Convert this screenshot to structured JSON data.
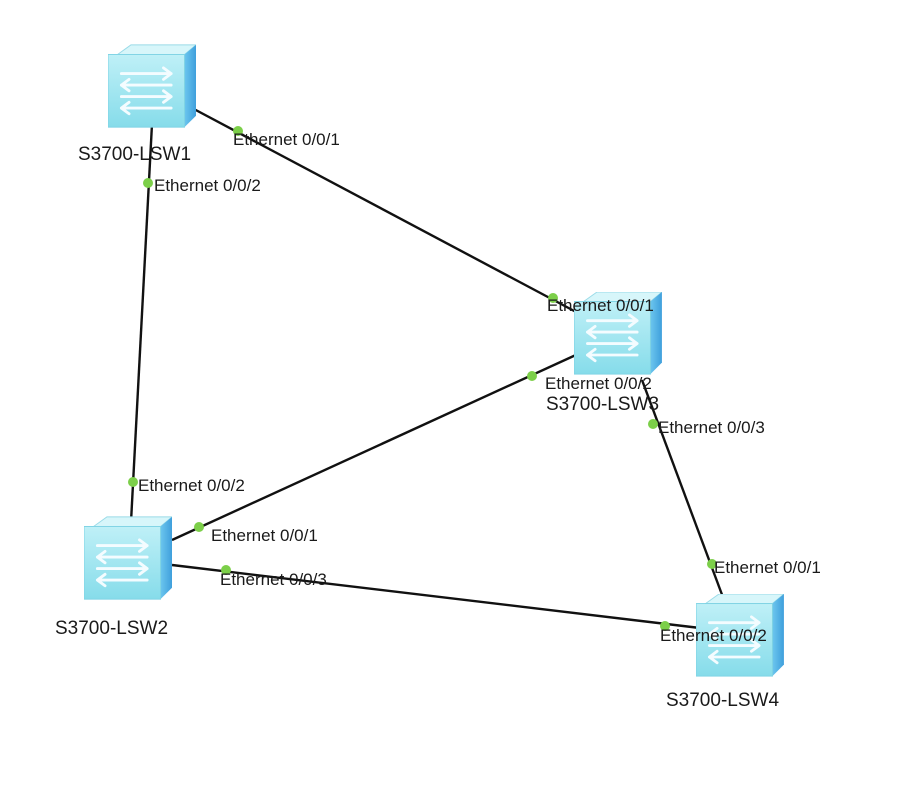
{
  "colors": {
    "link": "#111111",
    "port_dot": "#7ccf49",
    "switch_top": "#c9f2f8",
    "switch_front": "#8fe1ee",
    "switch_side": "#55b8e8",
    "switch_arrows": "#f4fcff"
  },
  "devices": [
    {
      "id": "lsw1",
      "name": "S3700-LSW1",
      "icon": "switch-icon"
    },
    {
      "id": "lsw2",
      "name": "S3700-LSW2",
      "icon": "switch-icon"
    },
    {
      "id": "lsw3",
      "name": "S3700-LSW3",
      "icon": "switch-icon"
    },
    {
      "id": "lsw4",
      "name": "S3700-LSW4",
      "icon": "switch-icon"
    }
  ],
  "links": [
    {
      "id": "lsw1-lsw3",
      "a": "lsw1",
      "a_port": "Ethernet 0/0/1",
      "b": "lsw3",
      "b_port": "Ethernet 0/0/1"
    },
    {
      "id": "lsw1-lsw2",
      "a": "lsw1",
      "a_port": "Ethernet 0/0/2",
      "b": "lsw2",
      "b_port": "Ethernet 0/0/2"
    },
    {
      "id": "lsw2-lsw3",
      "a": "lsw2",
      "a_port": "Ethernet 0/0/1",
      "b": "lsw3",
      "b_port": "Ethernet 0/0/2"
    },
    {
      "id": "lsw2-lsw4",
      "a": "lsw2",
      "a_port": "Ethernet 0/0/3",
      "b": "lsw4",
      "b_port": "Ethernet 0/0/2"
    },
    {
      "id": "lsw3-lsw4",
      "a": "lsw3",
      "a_port": "Ethernet 0/0/3",
      "b": "lsw4",
      "b_port": "Ethernet 0/0/1"
    }
  ]
}
